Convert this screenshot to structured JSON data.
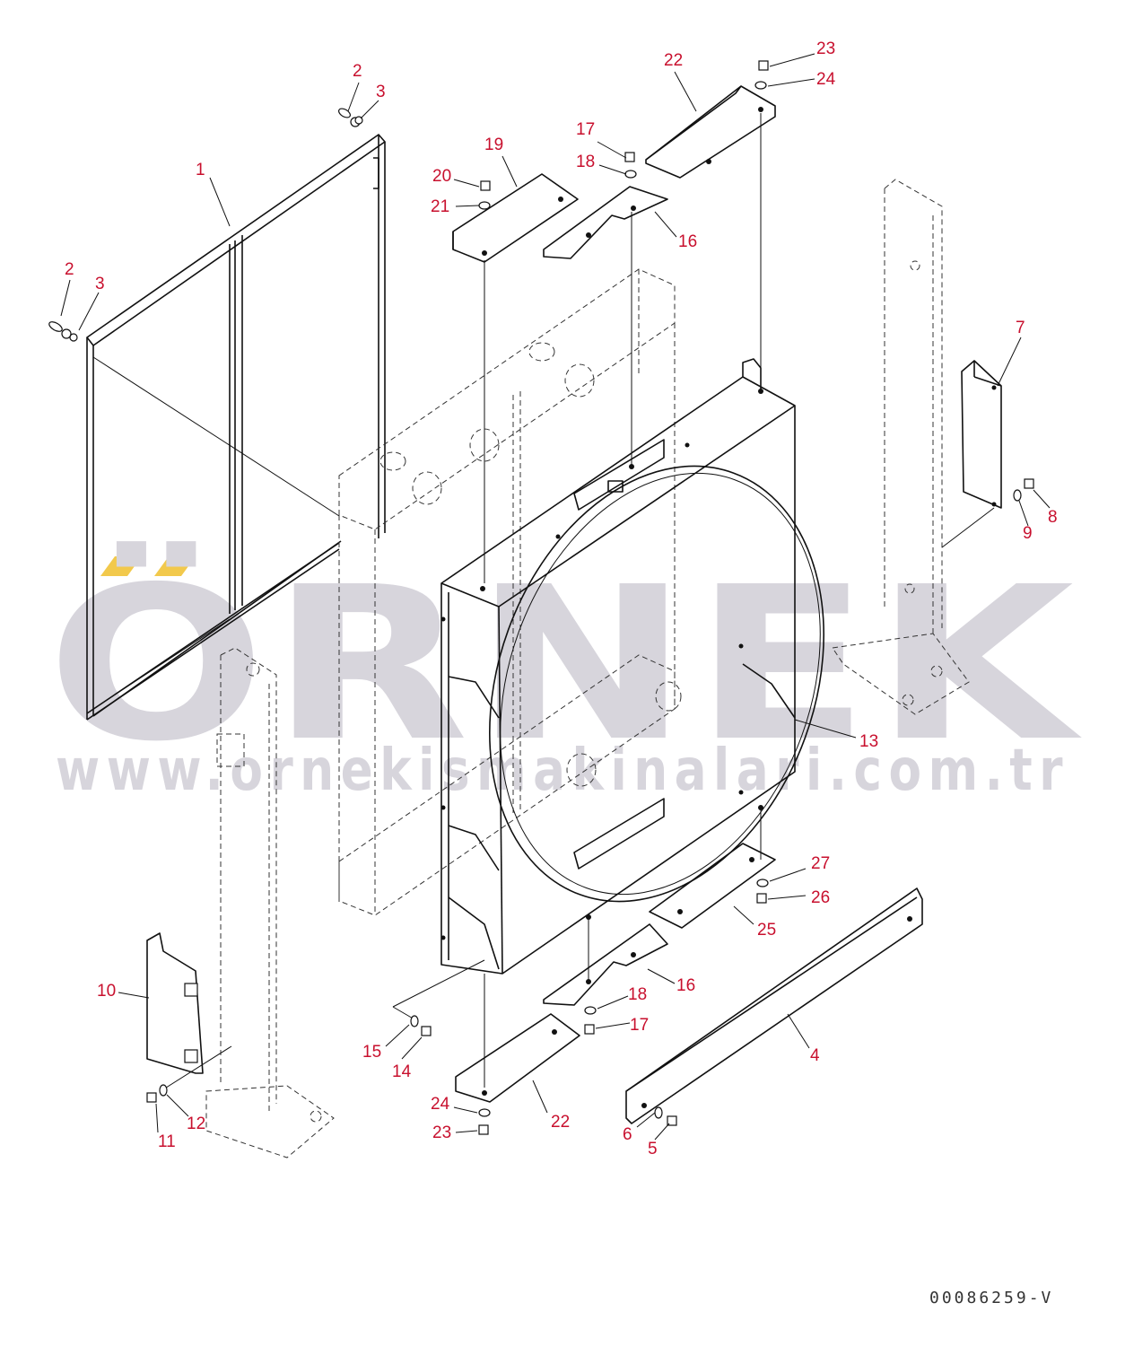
{
  "watermark": {
    "brand": "ÖRNEK",
    "url": "www.ornekismakinalari.com.tr",
    "accent_color": "#f2c94c",
    "text_color": "#d7d5dc"
  },
  "callout_color": "#c8102e",
  "drawing_id": "00086259-V",
  "callouts": [
    {
      "id": "c1",
      "label": "1"
    },
    {
      "id": "c2a",
      "label": "2"
    },
    {
      "id": "c3a",
      "label": "3"
    },
    {
      "id": "c2b",
      "label": "2"
    },
    {
      "id": "c3b",
      "label": "3"
    },
    {
      "id": "c4",
      "label": "4"
    },
    {
      "id": "c5",
      "label": "5"
    },
    {
      "id": "c6",
      "label": "6"
    },
    {
      "id": "c7",
      "label": "7"
    },
    {
      "id": "c8",
      "label": "8"
    },
    {
      "id": "c9",
      "label": "9"
    },
    {
      "id": "c10",
      "label": "10"
    },
    {
      "id": "c11",
      "label": "11"
    },
    {
      "id": "c12",
      "label": "12"
    },
    {
      "id": "c13",
      "label": "13"
    },
    {
      "id": "c14",
      "label": "14"
    },
    {
      "id": "c15",
      "label": "15"
    },
    {
      "id": "c16a",
      "label": "16"
    },
    {
      "id": "c16b",
      "label": "16"
    },
    {
      "id": "c17a",
      "label": "17"
    },
    {
      "id": "c17b",
      "label": "17"
    },
    {
      "id": "c18a",
      "label": "18"
    },
    {
      "id": "c18b",
      "label": "18"
    },
    {
      "id": "c19",
      "label": "19"
    },
    {
      "id": "c20",
      "label": "20"
    },
    {
      "id": "c21",
      "label": "21"
    },
    {
      "id": "c22a",
      "label": "22"
    },
    {
      "id": "c22b",
      "label": "22"
    },
    {
      "id": "c23a",
      "label": "23"
    },
    {
      "id": "c23b",
      "label": "23"
    },
    {
      "id": "c24a",
      "label": "24"
    },
    {
      "id": "c24b",
      "label": "24"
    },
    {
      "id": "c25",
      "label": "25"
    },
    {
      "id": "c26",
      "label": "26"
    },
    {
      "id": "c27",
      "label": "27"
    }
  ]
}
